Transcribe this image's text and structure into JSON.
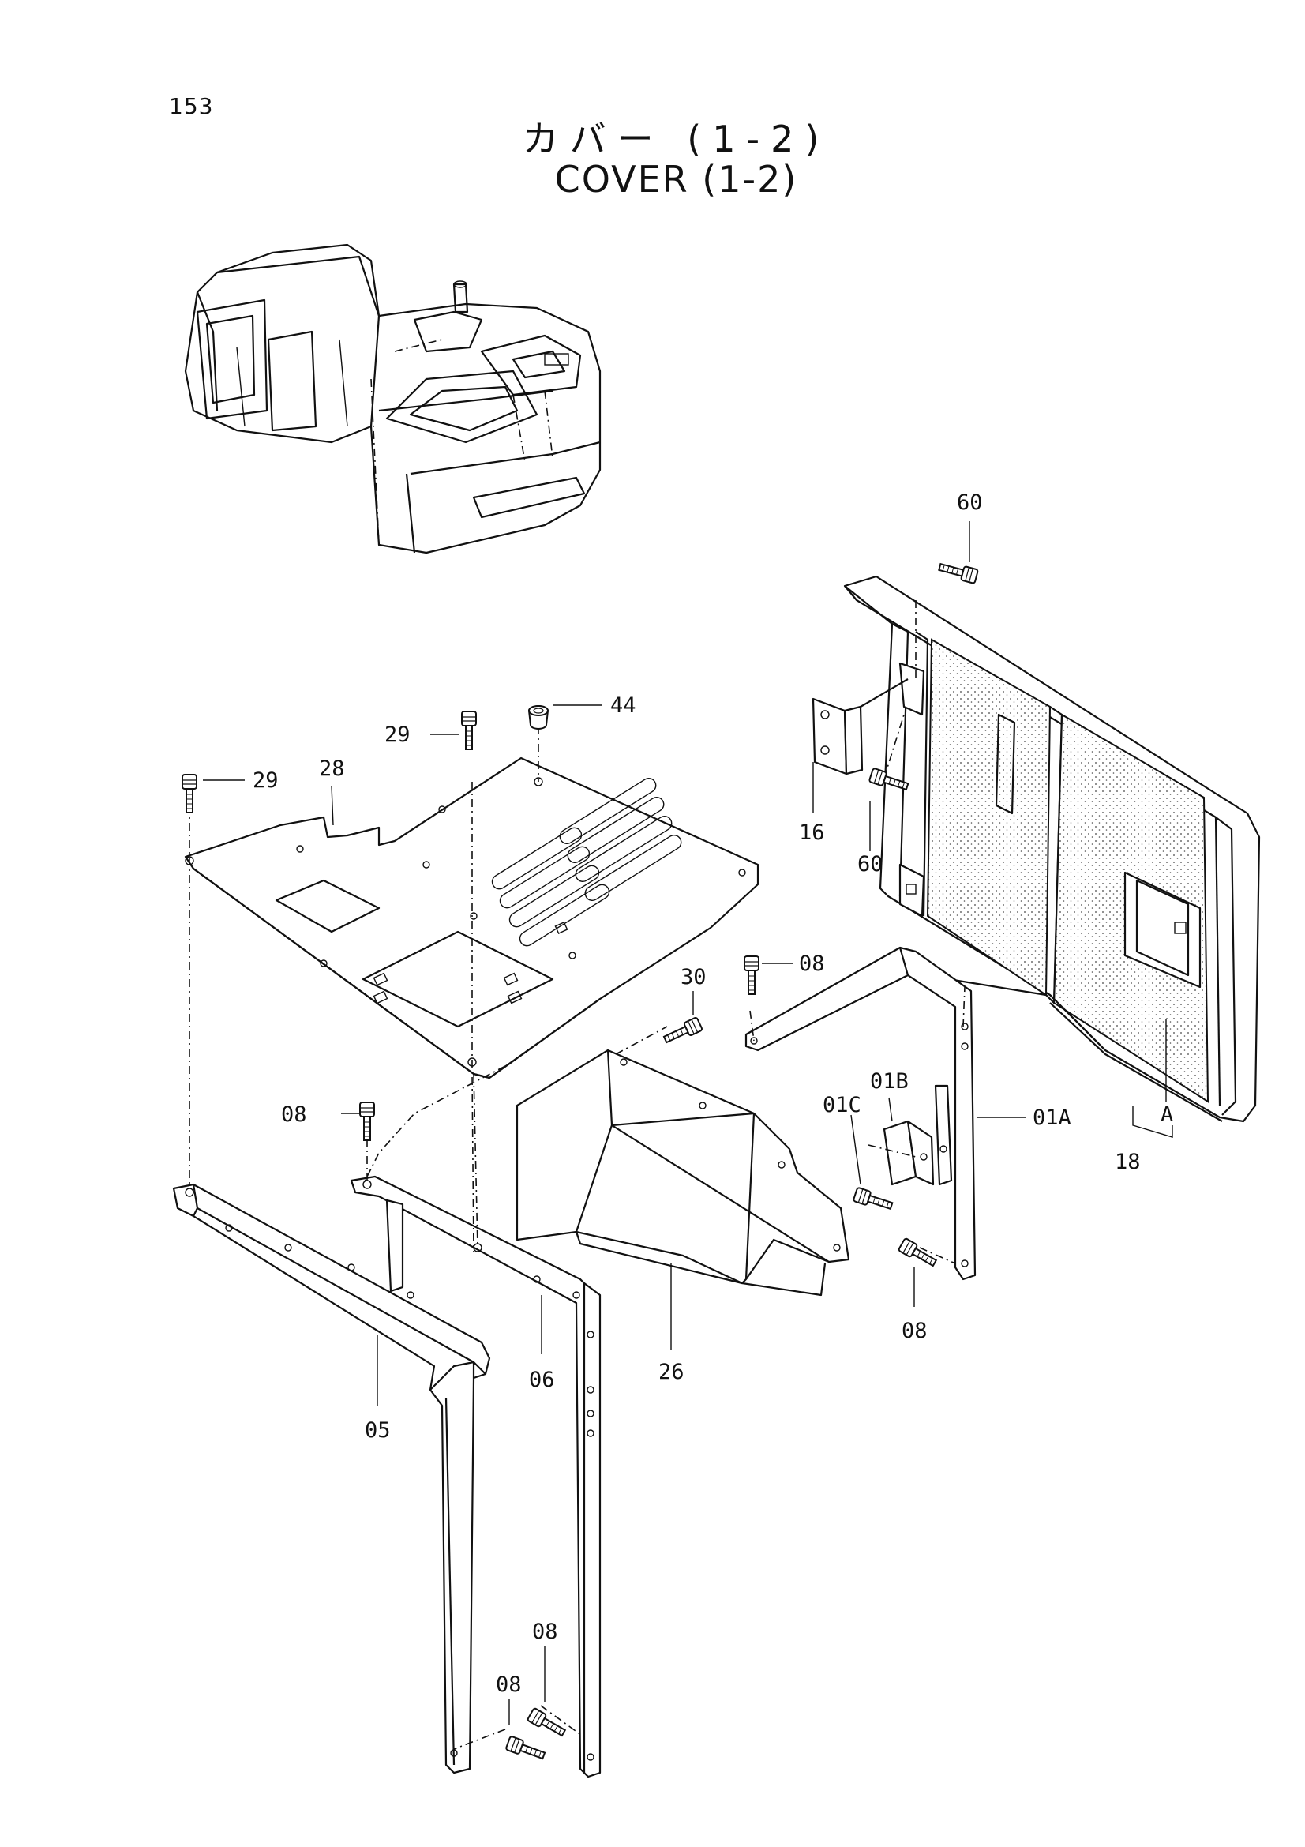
{
  "page": {
    "number": "153"
  },
  "title": {
    "japanese": "カバー (1-2)",
    "english": "COVER (1-2)"
  },
  "callouts": [
    {
      "id": "c60a",
      "text": "60"
    },
    {
      "id": "c44",
      "text": "44"
    },
    {
      "id": "c29a",
      "text": "29"
    },
    {
      "id": "c29b",
      "text": "29"
    },
    {
      "id": "c28",
      "text": "28"
    },
    {
      "id": "c16",
      "text": "16"
    },
    {
      "id": "c60b",
      "text": "60"
    },
    {
      "id": "c08a",
      "text": "08"
    },
    {
      "id": "c30",
      "text": "30"
    },
    {
      "id": "c01b",
      "text": "01B"
    },
    {
      "id": "c01c",
      "text": "01C"
    },
    {
      "id": "c01a",
      "text": "01A"
    },
    {
      "id": "cA",
      "text": "A"
    },
    {
      "id": "c18",
      "text": "18"
    },
    {
      "id": "c08b",
      "text": "08"
    },
    {
      "id": "c08c",
      "text": "08"
    },
    {
      "id": "c26",
      "text": "26"
    },
    {
      "id": "c06",
      "text": "06"
    },
    {
      "id": "c05",
      "text": "05"
    },
    {
      "id": "c08d",
      "text": "08"
    },
    {
      "id": "c08e",
      "text": "08"
    }
  ]
}
